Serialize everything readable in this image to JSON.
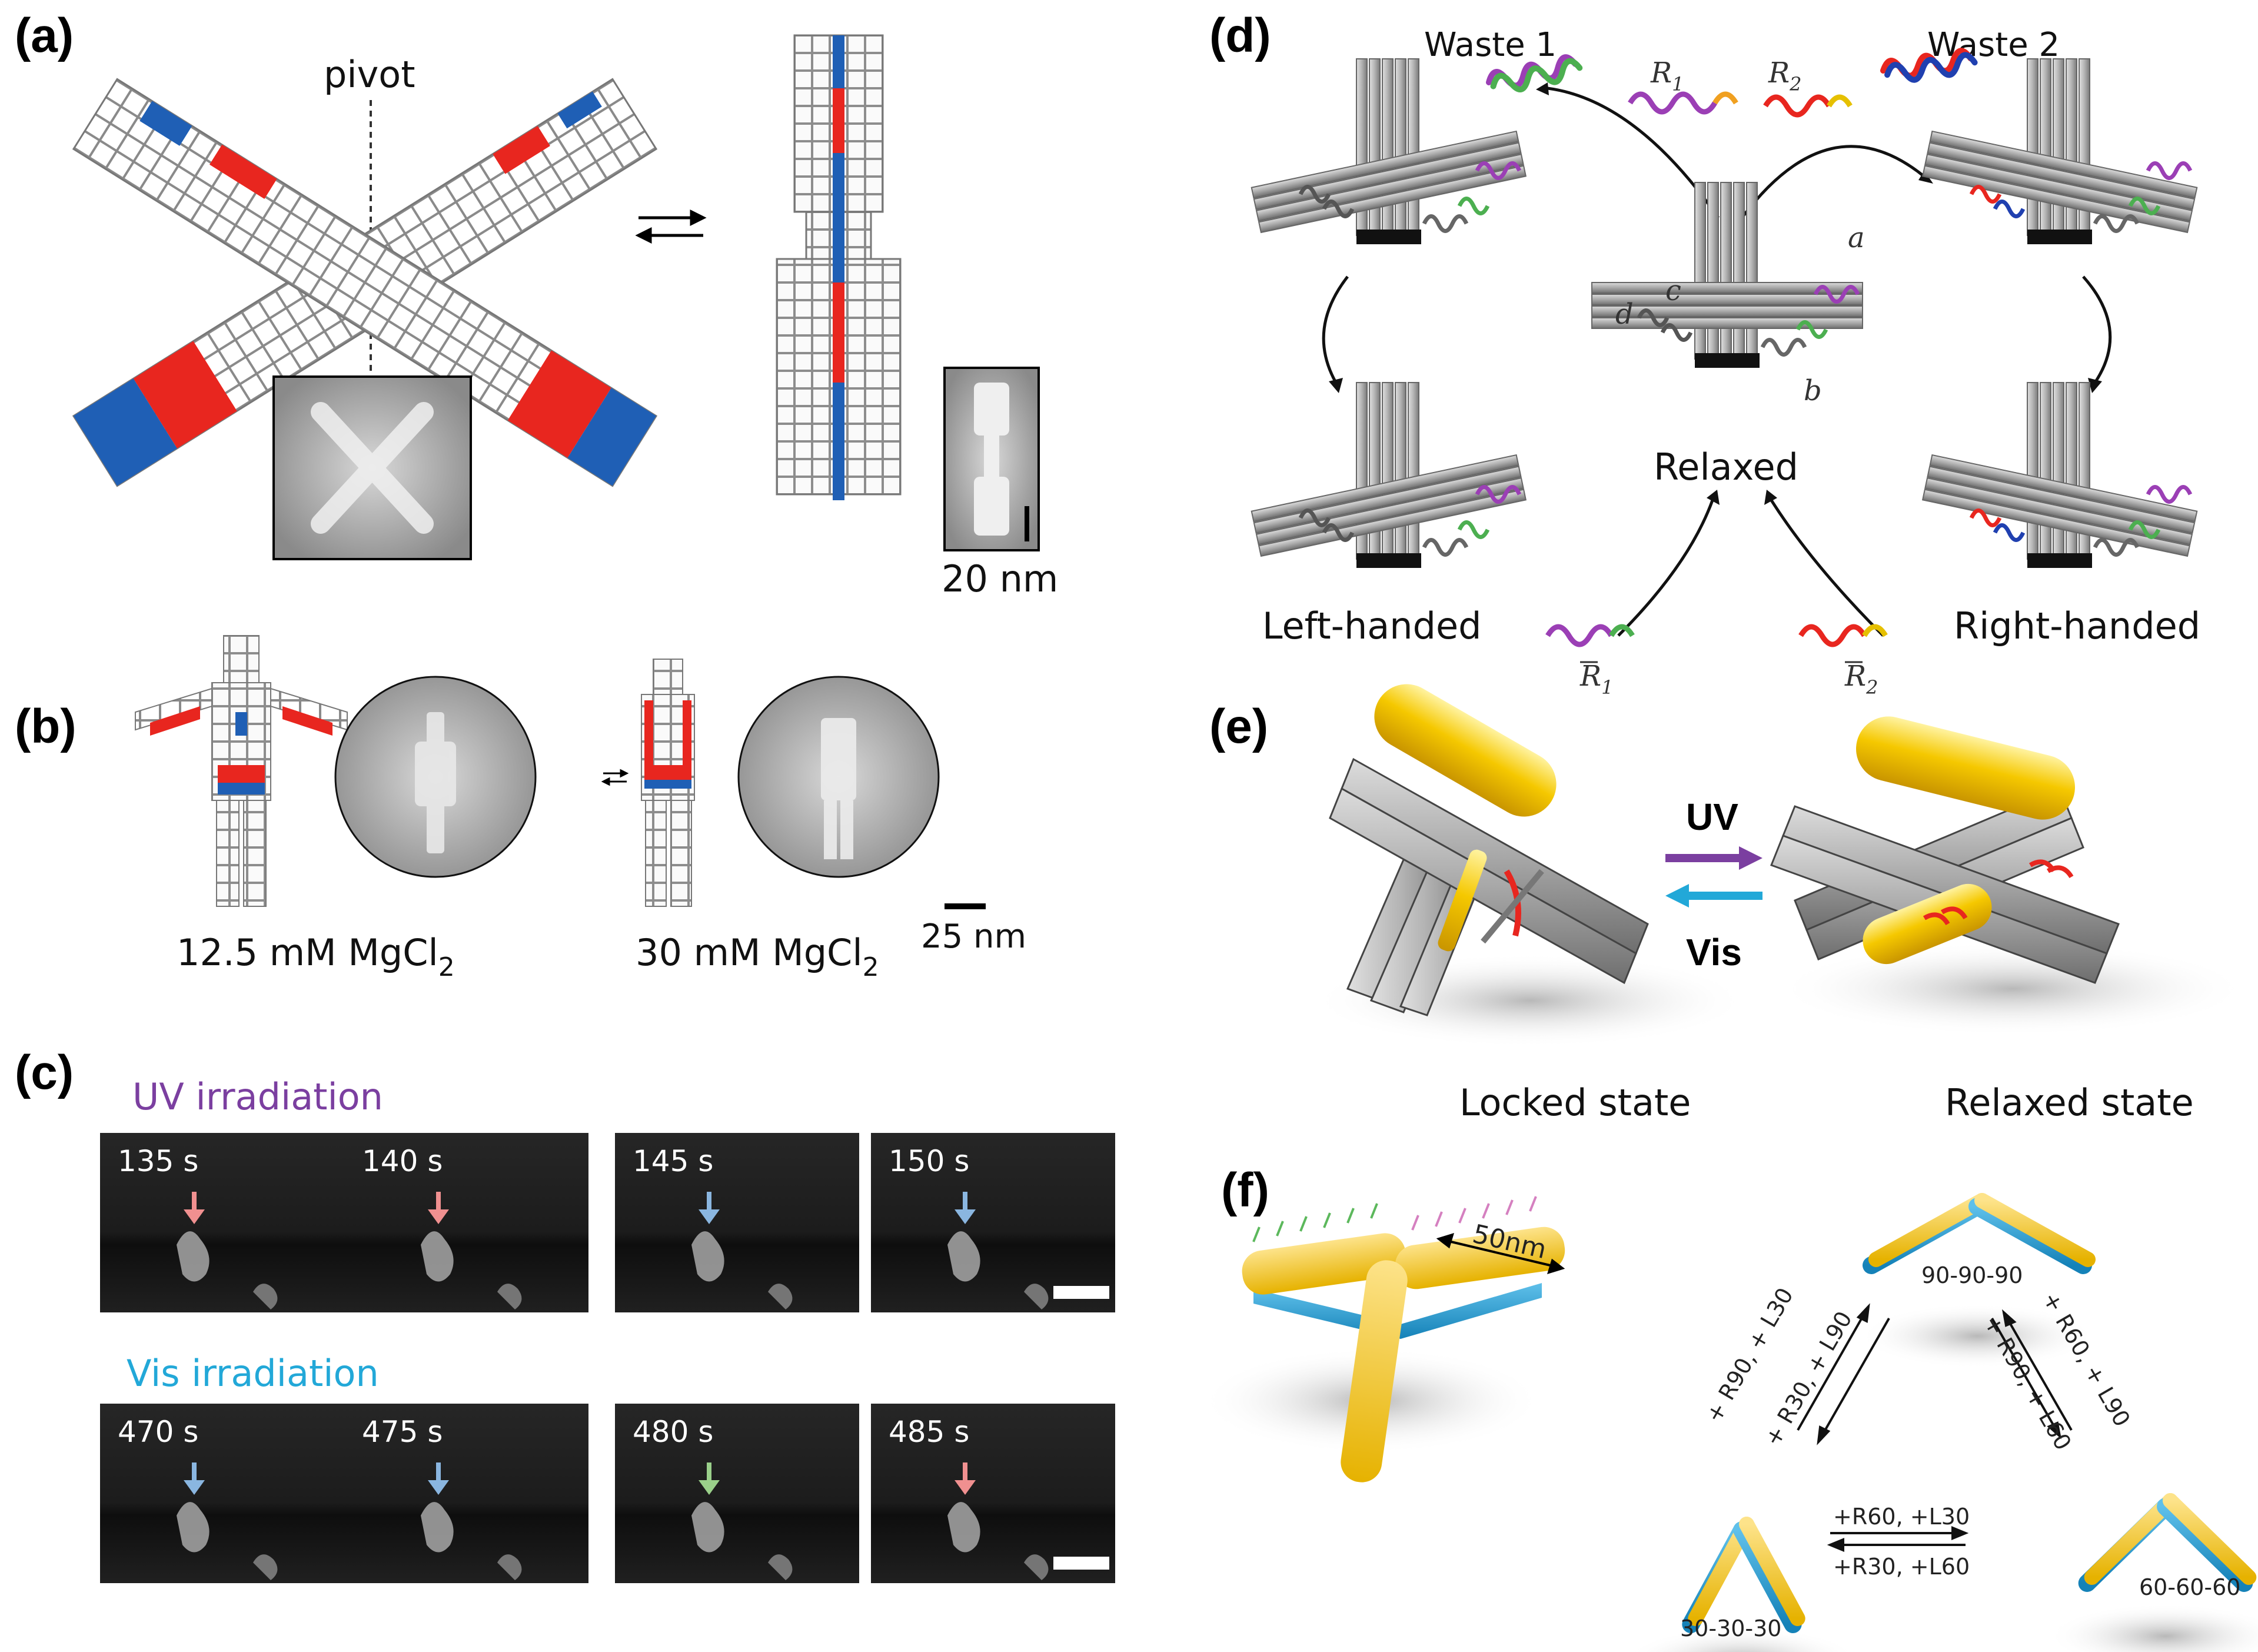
{
  "colors": {
    "uv": "#7b3fa0",
    "vis": "#22a8d8",
    "red": "#e8261f",
    "blue": "#1f5fb5",
    "gold": "#f5c000",
    "cyan": "#1b9ad0"
  },
  "panel_a": {
    "label": "(a)",
    "pivot": "pivot",
    "scale": "20 nm"
  },
  "panel_b": {
    "label": "(b)",
    "cond1": "12.5 mM MgCl",
    "cond2": "30 mM MgCl",
    "sub": "2",
    "scale": "25 nm"
  },
  "panel_c": {
    "label": "(c)",
    "uv_title": "UV irradiation",
    "vis_title": "Vis irradiation",
    "uv_frames": [
      "135 s",
      "140 s",
      "145 s",
      "150 s"
    ],
    "vis_frames": [
      "470 s",
      "475 s",
      "480 s",
      "485 s"
    ]
  },
  "panel_d": {
    "label": "(d)",
    "waste1": "Waste 1",
    "waste2": "Waste 2",
    "r1": "R",
    "r2": "R",
    "sub1": "1",
    "sub2": "2",
    "relaxed": "Relaxed",
    "left": "Left-handed",
    "right": "Right-handed",
    "a": "a",
    "b": "b",
    "c": "c",
    "d": "d"
  },
  "panel_e": {
    "label": "(e)",
    "uv": "UV",
    "vis": "Vis",
    "locked": "Locked state",
    "relaxed": "Relaxed state"
  },
  "panel_f": {
    "label": "(f)",
    "size": "50nm",
    "s90": "90-90-90",
    "s30": "30-30-30",
    "s60": "60-60-60",
    "a1": "+ R90, + L30",
    "a2": "+ R30, + L90",
    "a3": "+ R60, + L90",
    "a4": "+ R90, + L60",
    "a5": "+R60, +L30",
    "a6": "+R30, +L60"
  }
}
